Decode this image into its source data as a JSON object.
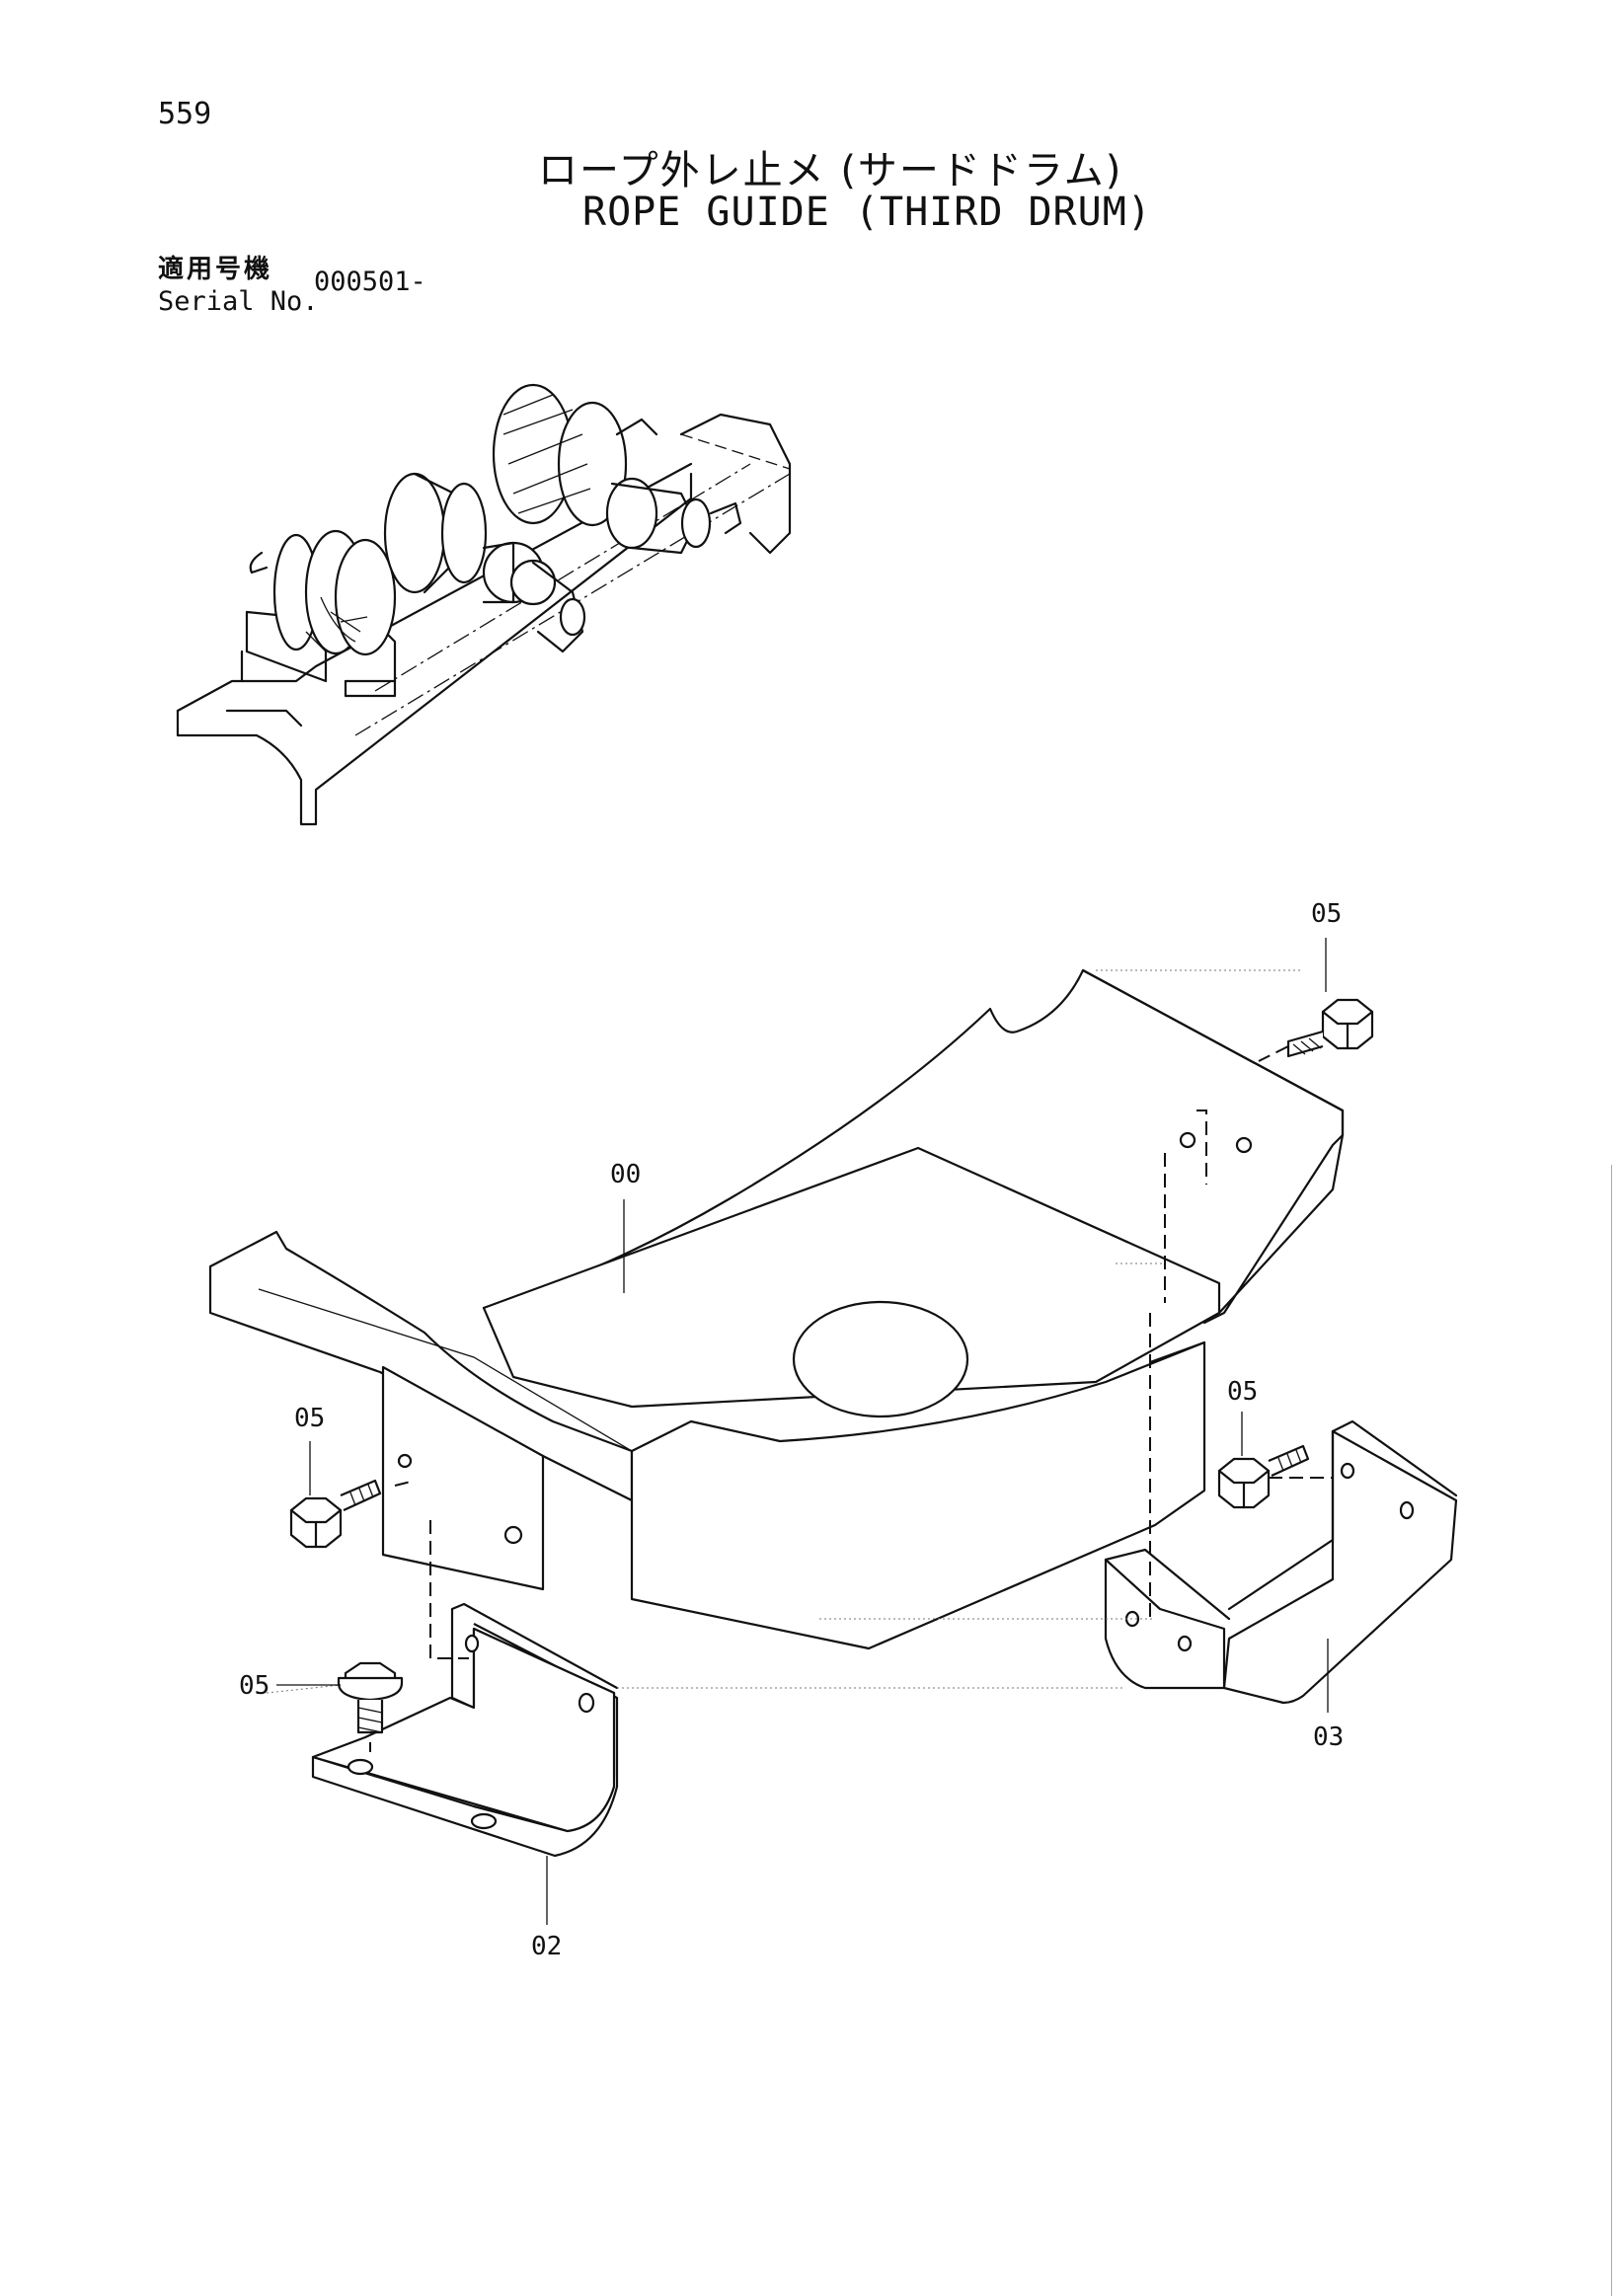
{
  "header": {
    "page_number": "559",
    "title_jp": "ロープ外レ止メ (サードドラム)",
    "title_en": "ROPE GUIDE (THIRD DRUM)",
    "serial_label_jp": "適用号機",
    "serial_label_en": "Serial No.",
    "serial_value": "000501-"
  },
  "callouts": {
    "part_00": "00",
    "part_02": "02",
    "part_03": "03",
    "part_05_top": "05",
    "part_05_left": "05",
    "part_05_right": "05",
    "part_05_bottom": "05"
  }
}
